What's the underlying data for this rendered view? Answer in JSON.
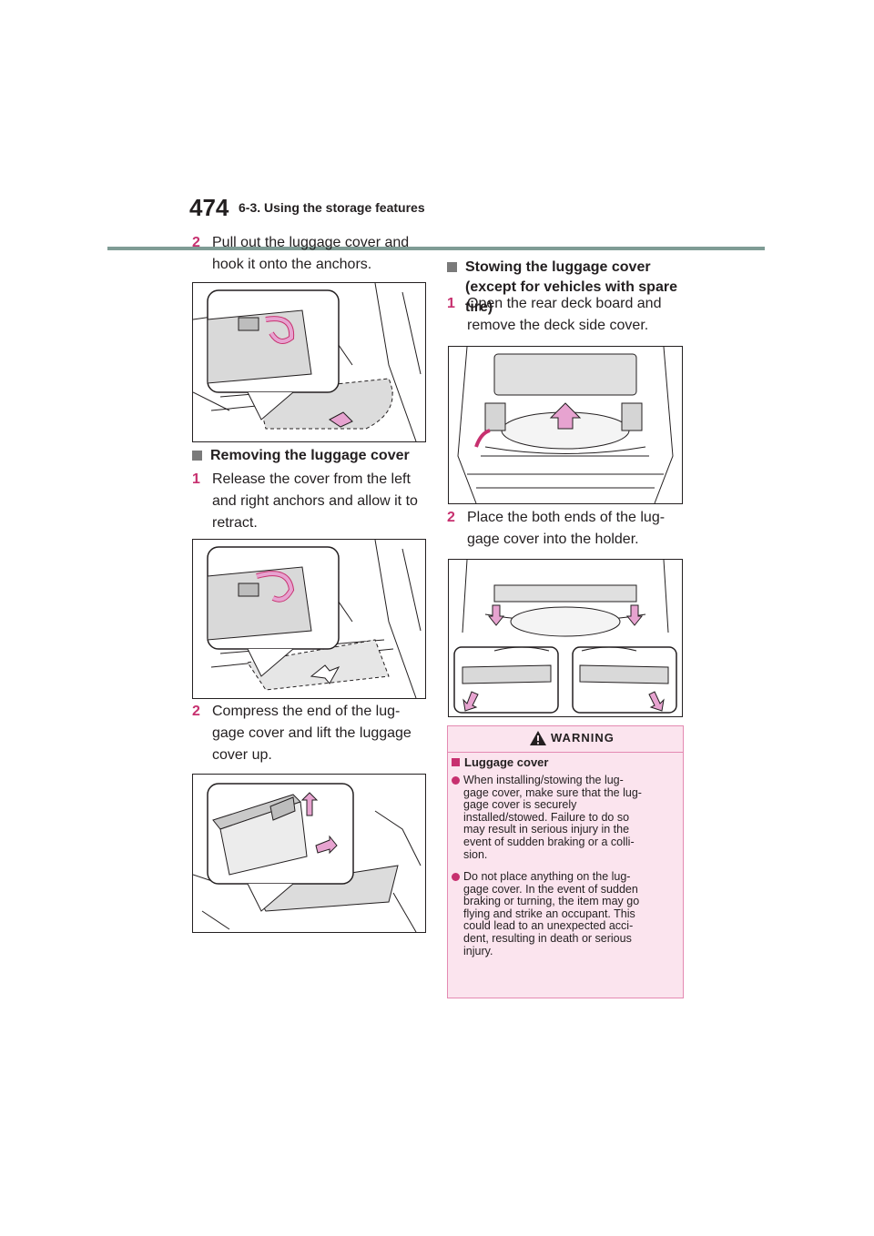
{
  "header": {
    "page_number": "474",
    "section": "6-3. Using the storage features"
  },
  "left_column": {
    "step_2a": {
      "number": "2",
      "text": "Pull out the luggage cover and hook it onto the anchors."
    },
    "heading_removing": "Removing the luggage cover",
    "step_1a": {
      "number": "1",
      "text": "Release the cover from the left and right anchors and allow it to retract."
    },
    "step_2b": {
      "number": "2",
      "text": "Compress the end of the lug-gage cover and lift the luggage cover up."
    }
  },
  "right_column": {
    "heading_stowing": "Stowing the luggage cover (except for vehicles with spare tire)",
    "step_1b": {
      "number": "1",
      "text": "Open the rear deck board and remove the deck side cover."
    },
    "step_2c": {
      "number": "2",
      "text": "Place the both ends of the lug-gage cover into the holder."
    }
  },
  "warning": {
    "title": "WARNING",
    "subheading": "Luggage cover",
    "bullets": [
      "When installing/stowing the lug-\ngage cover, make sure that the lug-\ngage cover is securely\ninstalled/stowed. Failure to do so\nmay result in serious injury in the\nevent of sudden braking or a colli-\nsion.",
      "Do not place anything on the lug-\ngage cover. In the event of sudden\nbraking or turning, the item may go\nflying and strike an occupant. This\ncould lead to an unexpected acci-\ndent, resulting in death or serious\ninjury."
    ]
  },
  "colors": {
    "step_number": "#c7306f",
    "arrow_fill": "#e7a3d0",
    "warning_bg": "#fbe4ee",
    "warning_border": "#e48ab2",
    "header_rule": "#7f9c95"
  }
}
